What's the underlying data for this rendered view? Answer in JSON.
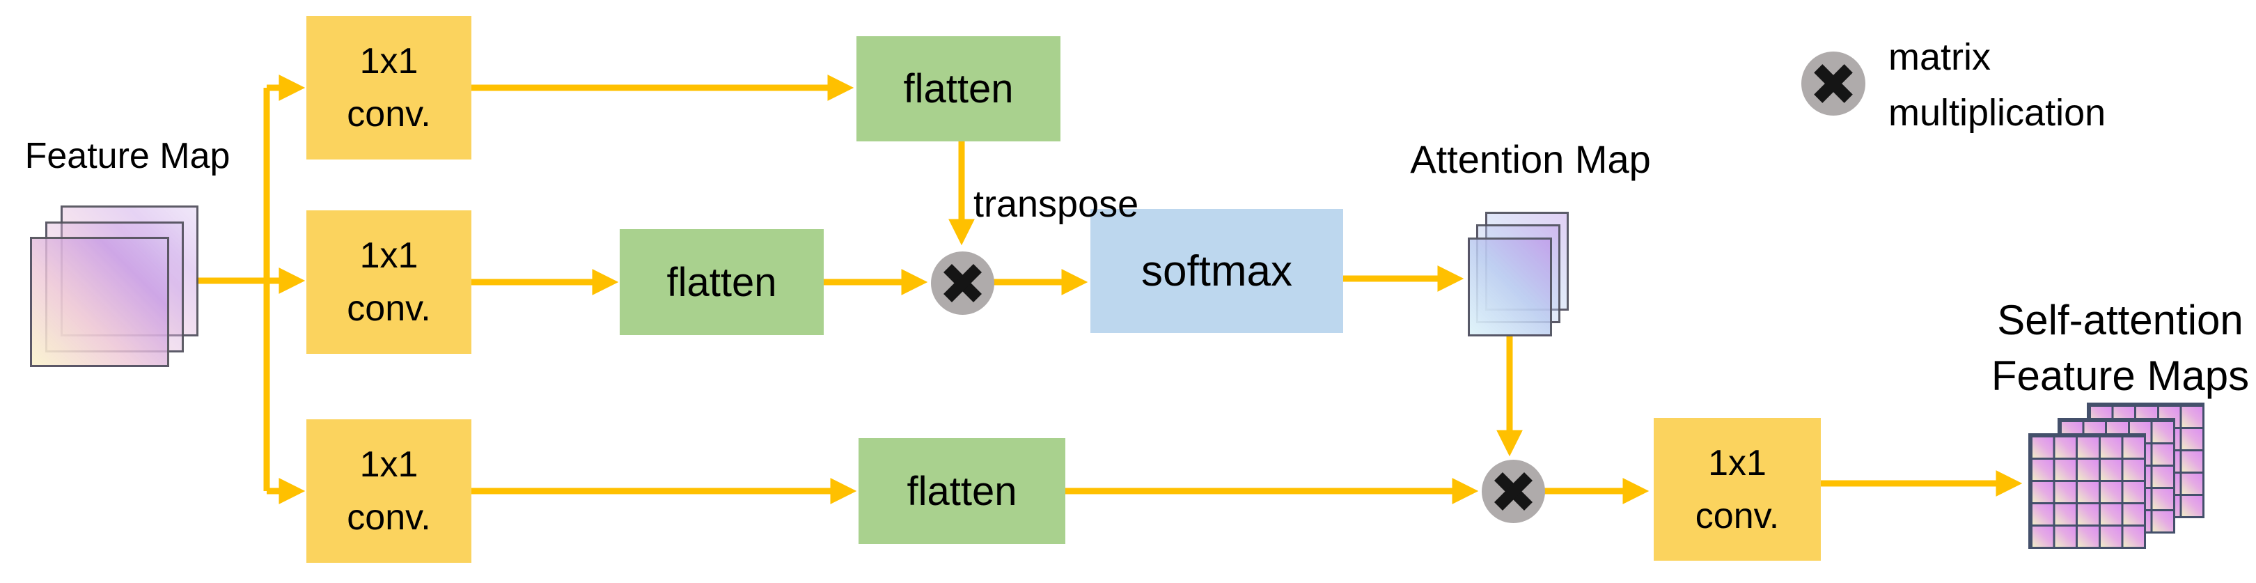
{
  "labels": {
    "feature_map": "Feature Map",
    "conv_line1": "1x1",
    "conv_line2": "conv.",
    "flatten": "flatten",
    "transpose": "transpose",
    "softmax": "softmax",
    "attention_map": "Attention Map",
    "self_attention_line1": "Self-attention",
    "self_attention_line2": "Feature Maps",
    "legend_line1": "matrix",
    "legend_line2": "multiplication"
  },
  "colors": {
    "conv_box": "#FBD35E",
    "flatten_box": "#A9D18E",
    "softmax_box": "#BDD7EE",
    "arrow": "#FFC000",
    "multiply_circle": "#AFABAB",
    "multiply_x": "#151515",
    "grid_border": "#44506B"
  }
}
